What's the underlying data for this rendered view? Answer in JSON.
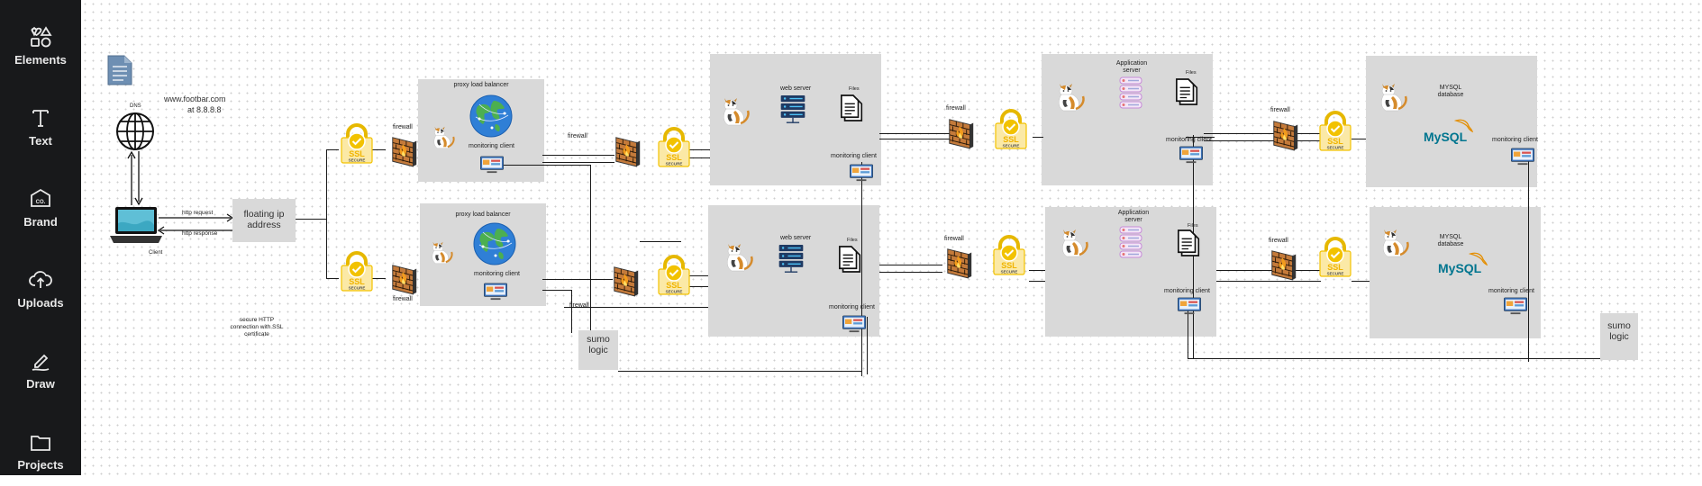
{
  "sidebar": {
    "items": [
      {
        "label": "Elements",
        "icon": "elements-icon"
      },
      {
        "label": "Text",
        "icon": "text-icon"
      },
      {
        "label": "Brand",
        "icon": "brand-icon"
      },
      {
        "label": "Uploads",
        "icon": "uploads-icon"
      },
      {
        "label": "Draw",
        "icon": "draw-icon"
      },
      {
        "label": "Projects",
        "icon": "projects-icon"
      }
    ]
  },
  "diagram": {
    "dns_label": "DNS",
    "domain_line1": "www.footbar.com",
    "domain_line2": "at 8.8.8.8",
    "client_label": "Client",
    "http_request": "http request",
    "http_response": "http response",
    "floating_ip": "floating ip\naddress",
    "secure_note": "secure HTTP\nconnection with SSL\ncertificate",
    "firewall": "firewall",
    "ssl_text": "SSL",
    "ssl_secure": "SECURE",
    "proxy_lb": "proxy load balancer",
    "monitoring_client": "monitoring client",
    "web_server": "web server",
    "files": "Files",
    "app_server": "Application\nserver",
    "mysql_db": "MYSQL\ndatabase",
    "mysql_logo": "MySQL",
    "sumo_logic": "sumo\nlogic"
  },
  "colors": {
    "sidebar_bg": "#18191b",
    "box_bg": "#d9d9d9",
    "ssl_gold": "#f2c200",
    "firewall_brown": "#8b5a2b"
  }
}
